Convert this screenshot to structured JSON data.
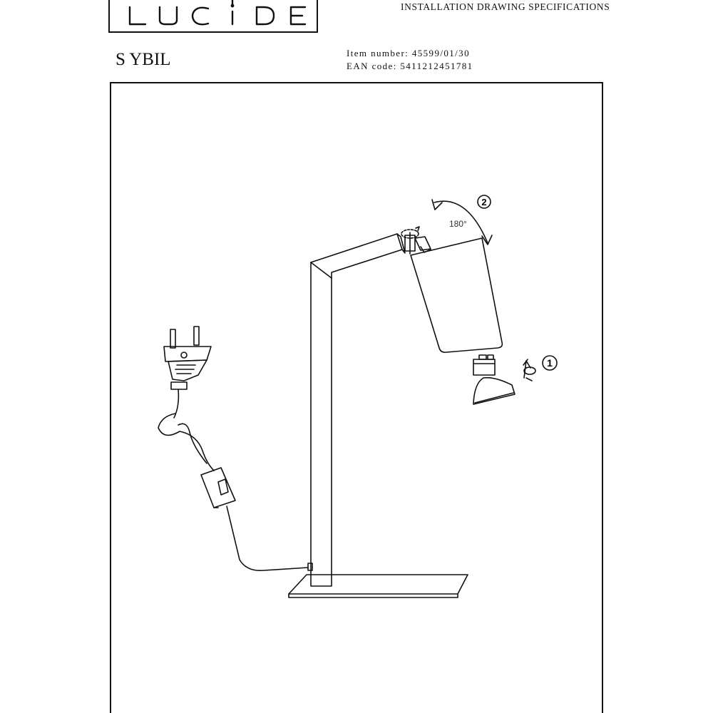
{
  "header": {
    "brand": "LUCIDE",
    "brand_letters": [
      "L",
      "U",
      "C",
      "i",
      "D",
      "E"
    ],
    "doc_type": "INSTALLATION DRAWING SPECIFICATIONS"
  },
  "product": {
    "name": "S YBIL",
    "item_number": "Item number: 45599/01/30",
    "ean_code": "EAN code: 5411212451781"
  },
  "drawing": {
    "step_1": "1",
    "step_2": "2",
    "rotation_angle": "180°"
  }
}
